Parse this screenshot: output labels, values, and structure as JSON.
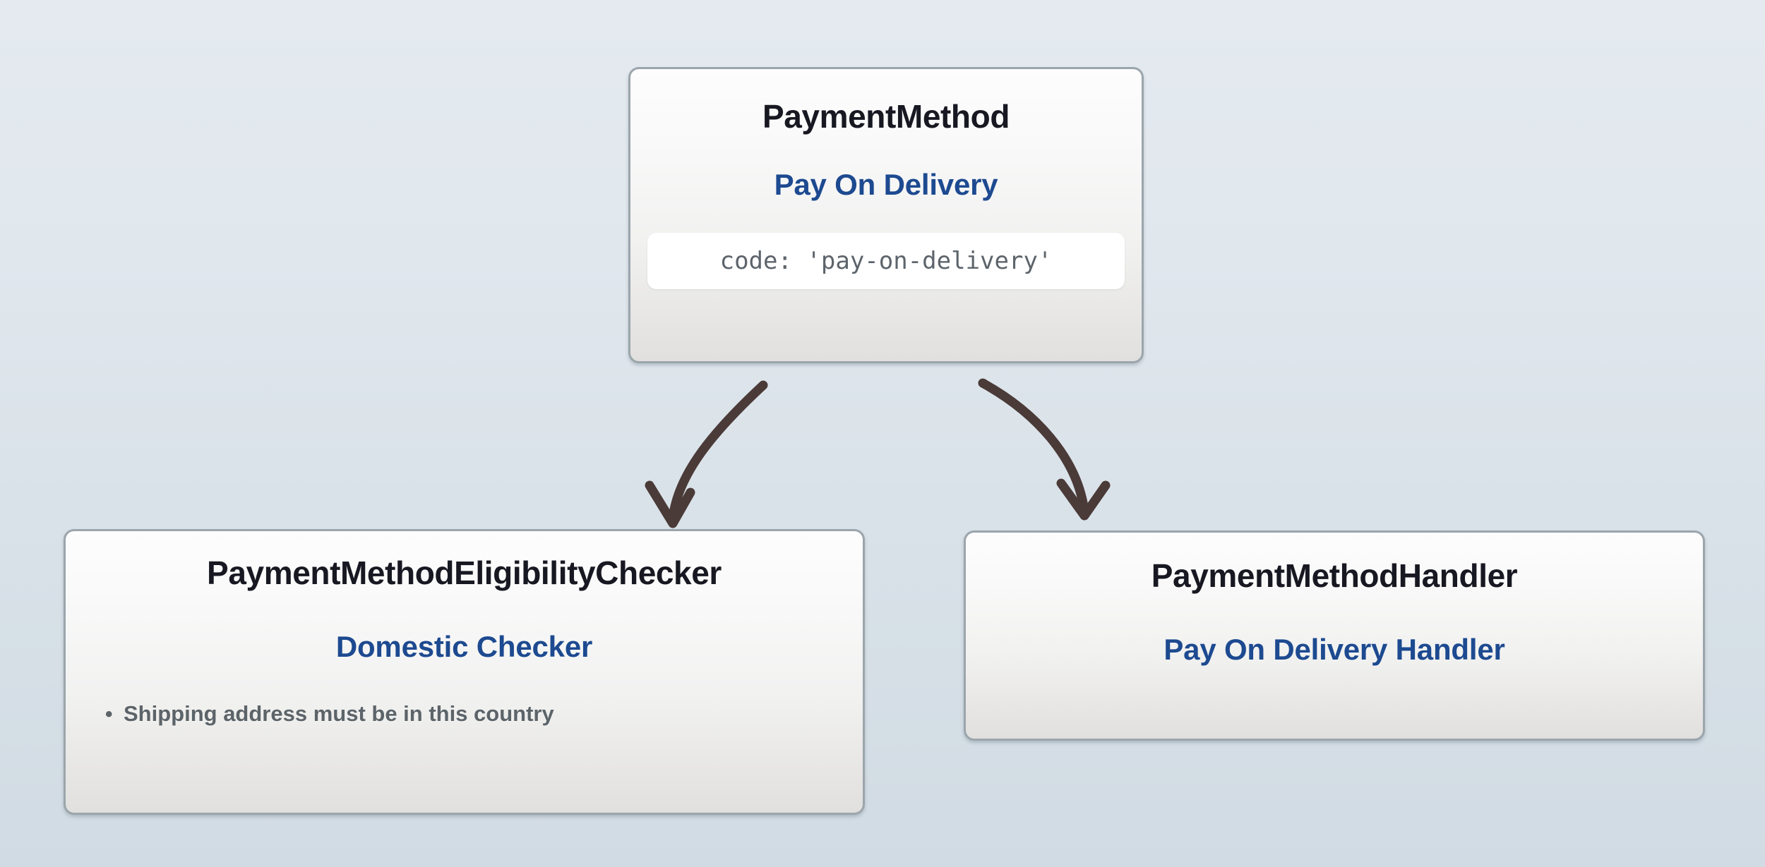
{
  "diagram": {
    "background_top_color": "#e4eaf0",
    "background_bottom_color": "#d1dbe3",
    "card_border_color": "#9ba5ac",
    "title_color": "#181822",
    "subtitle_color": "#1d4a90",
    "code_text_color": "#5d646b",
    "criteria_text_color": "#5c6469",
    "arrow_color": "#4a3a38"
  },
  "nodes": {
    "payment_method": {
      "title": "PaymentMethod",
      "subtitle": "Pay On Delivery",
      "code": "code: 'pay-on-delivery'"
    },
    "eligibility_checker": {
      "title": "PaymentMethodEligibilityChecker",
      "subtitle": "Domestic Checker",
      "criteria": [
        {
          "bullet": "•",
          "text": "Shipping address must be in this country"
        }
      ]
    },
    "payment_handler": {
      "title": "PaymentMethodHandler",
      "subtitle": "Pay On Delivery Handler"
    }
  },
  "connectors": [
    {
      "name": "arrow-to-eligibility-checker",
      "from": "payment_method",
      "to": "eligibility_checker"
    },
    {
      "name": "arrow-to-payment-handler",
      "from": "payment_method",
      "to": "payment_handler"
    }
  ]
}
